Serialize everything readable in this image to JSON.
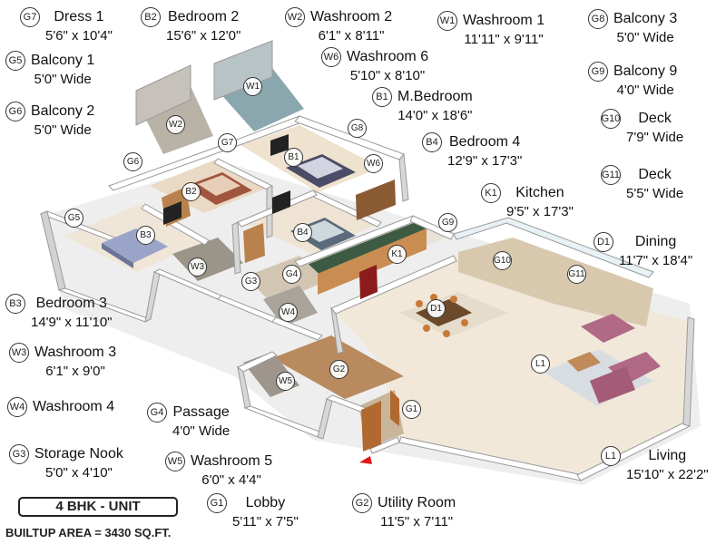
{
  "legend": {
    "G7": {
      "code": "G7",
      "name": "Dress 1",
      "dim": "5'6\" x 10'4\""
    },
    "B2": {
      "code": "B2",
      "name": "Bedroom 2",
      "dim": "15'6\" x 12'0\""
    },
    "W2": {
      "code": "W2",
      "name": "Washroom 2",
      "dim": "6'1\" x 8'11\""
    },
    "W1": {
      "code": "W1",
      "name": "Washroom 1",
      "dim": "11'11\" x 9'11\""
    },
    "G8": {
      "code": "G8",
      "name": "Balcony 3",
      "dim": "5'0\" Wide"
    },
    "G5": {
      "code": "G5",
      "name": "Balcony 1",
      "dim": "5'0\" Wide"
    },
    "W6": {
      "code": "W6",
      "name": "Washroom 6",
      "dim": "5'10\" x 8'10\""
    },
    "G9": {
      "code": "G9",
      "name": "Balcony 9",
      "dim": "4'0\" Wide"
    },
    "G6": {
      "code": "G6",
      "name": "Balcony 2",
      "dim": "5'0\" Wide"
    },
    "B1": {
      "code": "B1",
      "name": "M.Bedroom",
      "dim": "14'0\" x 18'6\""
    },
    "G10": {
      "code": "G10",
      "name": "Deck",
      "dim": "7'9\" Wide"
    },
    "B4": {
      "code": "B4",
      "name": "Bedroom 4",
      "dim": "12'9\" x 17'3\""
    },
    "G11": {
      "code": "G11",
      "name": "Deck",
      "dim": "5'5\" Wide"
    },
    "K1": {
      "code": "K1",
      "name": "Kitchen",
      "dim": "9'5\" x 17'3\""
    },
    "D1": {
      "code": "D1",
      "name": "Dining",
      "dim": "11'7\" x 18'4\""
    },
    "B3": {
      "code": "B3",
      "name": "Bedroom 3",
      "dim": "14'9\" x 11'10\""
    },
    "W3": {
      "code": "W3",
      "name": "Washroom 3",
      "dim": "6'1\" x 9'0\""
    },
    "W4": {
      "code": "W4",
      "name": "Washroom 4",
      "dim": ""
    },
    "G4": {
      "code": "G4",
      "name": "Passage",
      "dim": "4'0\" Wide"
    },
    "G3": {
      "code": "G3",
      "name": "Storage Nook",
      "dim": "5'0\" x 4'10\""
    },
    "W5": {
      "code": "W5",
      "name": "Washroom 5",
      "dim": "6'0\" x 4'4\""
    },
    "L1": {
      "code": "L1",
      "name": "Living",
      "dim": "15'10\" x 22'2\""
    },
    "G1": {
      "code": "G1",
      "name": "Lobby",
      "dim": "5'11\" x 7'5\""
    },
    "G2": {
      "code": "G2",
      "name": "Utility Room",
      "dim": "11'5\" x 7'11\""
    }
  },
  "markers": {
    "W1": "W1",
    "W2": "W2",
    "G7": "G7",
    "G8": "G8",
    "B1": "B1",
    "W6": "W6",
    "G6": "G6",
    "B2": "B2",
    "G5": "G5",
    "B3": "B3",
    "B4": "B4",
    "G9": "G9",
    "K1": "K1",
    "G10": "G10",
    "G11": "G11",
    "W3": "W3",
    "G3": "G3",
    "G4": "G4",
    "W4": "W4",
    "D1": "D1",
    "L1": "L1",
    "W5": "W5",
    "G2": "G2",
    "G1": "G1"
  },
  "unit_type": "4 BHK - UNIT",
  "builtup_area": "BUILTUP AREA = 3430 SQ.FT.",
  "colors": {
    "floor": "#efe6d8",
    "wall_top": "#ffffff",
    "wall_side": "#c9c9c9",
    "wood": "#b9824c",
    "grass": "#3f5a3f",
    "sofa": "#b06a86",
    "entry_arrow": "#e01818"
  }
}
